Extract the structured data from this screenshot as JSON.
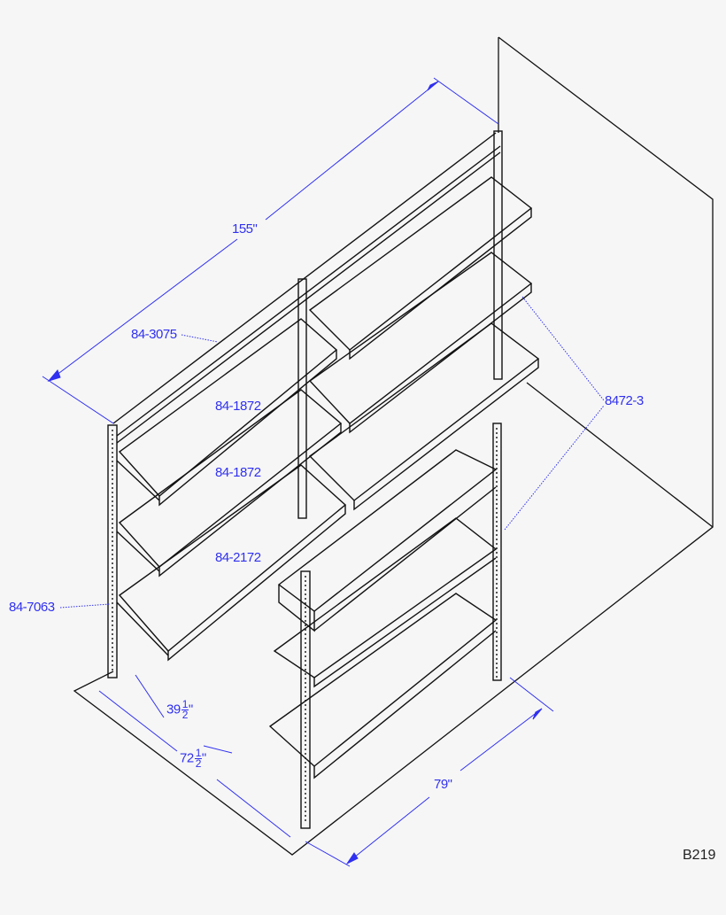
{
  "diagram": {
    "colors": {
      "dimension": "#3030f0",
      "line": "#111111",
      "background": "#f6f6f6"
    },
    "dimensions": {
      "overall_length": "155\"",
      "depth_short": {
        "whole": "39",
        "num": "1",
        "den": "2",
        "unit": "\""
      },
      "depth_long": {
        "whole": "72",
        "num": "1",
        "den": "2",
        "unit": "\""
      },
      "unit_length": "79\""
    },
    "part_labels": {
      "top_beam": "84-3075",
      "shelf_upper": "84-1872",
      "shelf_middle": "84-1872",
      "shelf_lower": "84-2172",
      "upright": "84-7063",
      "bracket": "8472-3"
    },
    "drawing_code": "B219"
  }
}
